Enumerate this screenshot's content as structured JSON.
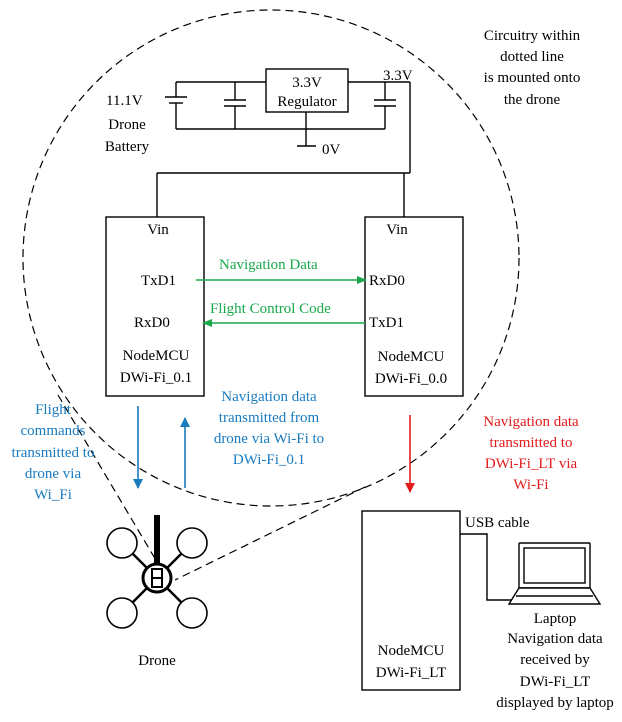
{
  "note": [
    "Circuitry within",
    "dotted line",
    "is mounted onto",
    "the drone"
  ],
  "battery": {
    "voltage": "11.1V",
    "line1": "Drone",
    "line2": "Battery"
  },
  "regulator": {
    "line1": "3.3V",
    "line2": "Regulator"
  },
  "rail_33": "3.3V",
  "ground": "0V",
  "mcu_left": {
    "vin": "Vin",
    "txd": "TxD1",
    "rxd": "RxD0",
    "name": "NodeMCU",
    "id": "DWi-Fi_0.1"
  },
  "mcu_right": {
    "vin": "Vin",
    "rxd": "RxD0",
    "txd": "TxD1",
    "name": "NodeMCU",
    "id": "DWi-Fi_0.0"
  },
  "link_nav": "Navigation Data",
  "link_flight": "Flight Control Code",
  "flight_cmd": [
    "Flight",
    "commands",
    "transmitted to",
    "drone via",
    "Wi_Fi"
  ],
  "nav_from_drone": [
    "Navigation data",
    "transmitted from",
    "drone via Wi-Fi to",
    "DWi-Fi_0.1"
  ],
  "nav_to_lt": [
    "Navigation data",
    "transmitted to",
    "DWi-Fi_LT via",
    "Wi-Fi"
  ],
  "mcu_lt": {
    "name": "NodeMCU",
    "id": "DWi-Fi_LT"
  },
  "usb": "USB cable",
  "laptop_caption": [
    "Laptop",
    "Navigation data",
    "received by",
    "DWi-Fi_LT",
    "displayed by laptop"
  ],
  "drone_label": "Drone",
  "colors": {
    "green": "#1aa84b",
    "blue": "#1a7bbf",
    "red": "#e31b1b"
  }
}
